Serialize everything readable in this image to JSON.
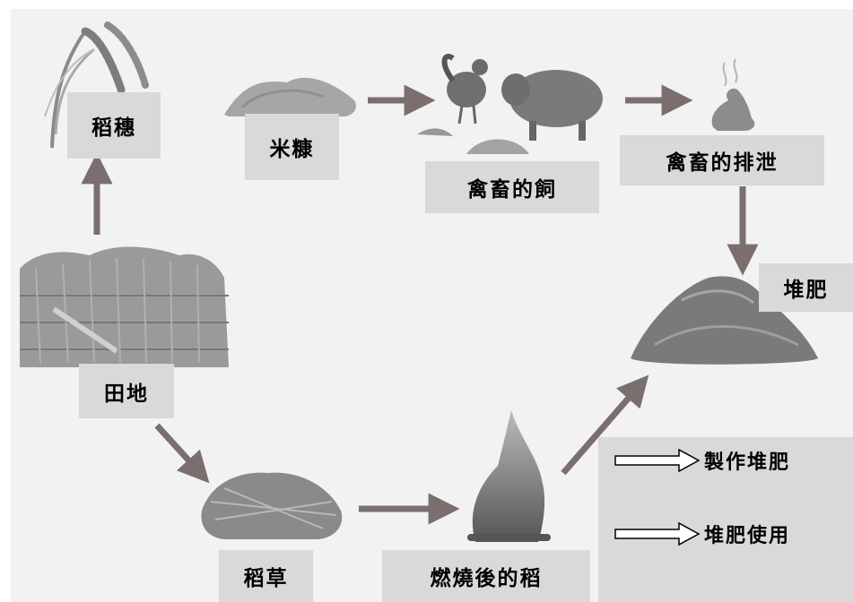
{
  "nodes": {
    "rice_ear": "稻穗",
    "rice_bran": "米糠",
    "livestock_feed": "禽畜的飼",
    "livestock_waste": "禽畜的排泄",
    "compost": "堆肥",
    "field": "田地",
    "straw": "稻草",
    "burnt_straw": "燃燒後的稻"
  },
  "legend": {
    "make_compost": "製作堆肥",
    "use_compost": "堆肥使用"
  },
  "colors": {
    "background_panel": "#f2f2f2",
    "label_fill": "#d9d9d9",
    "arrow": "#7a6e6e"
  }
}
